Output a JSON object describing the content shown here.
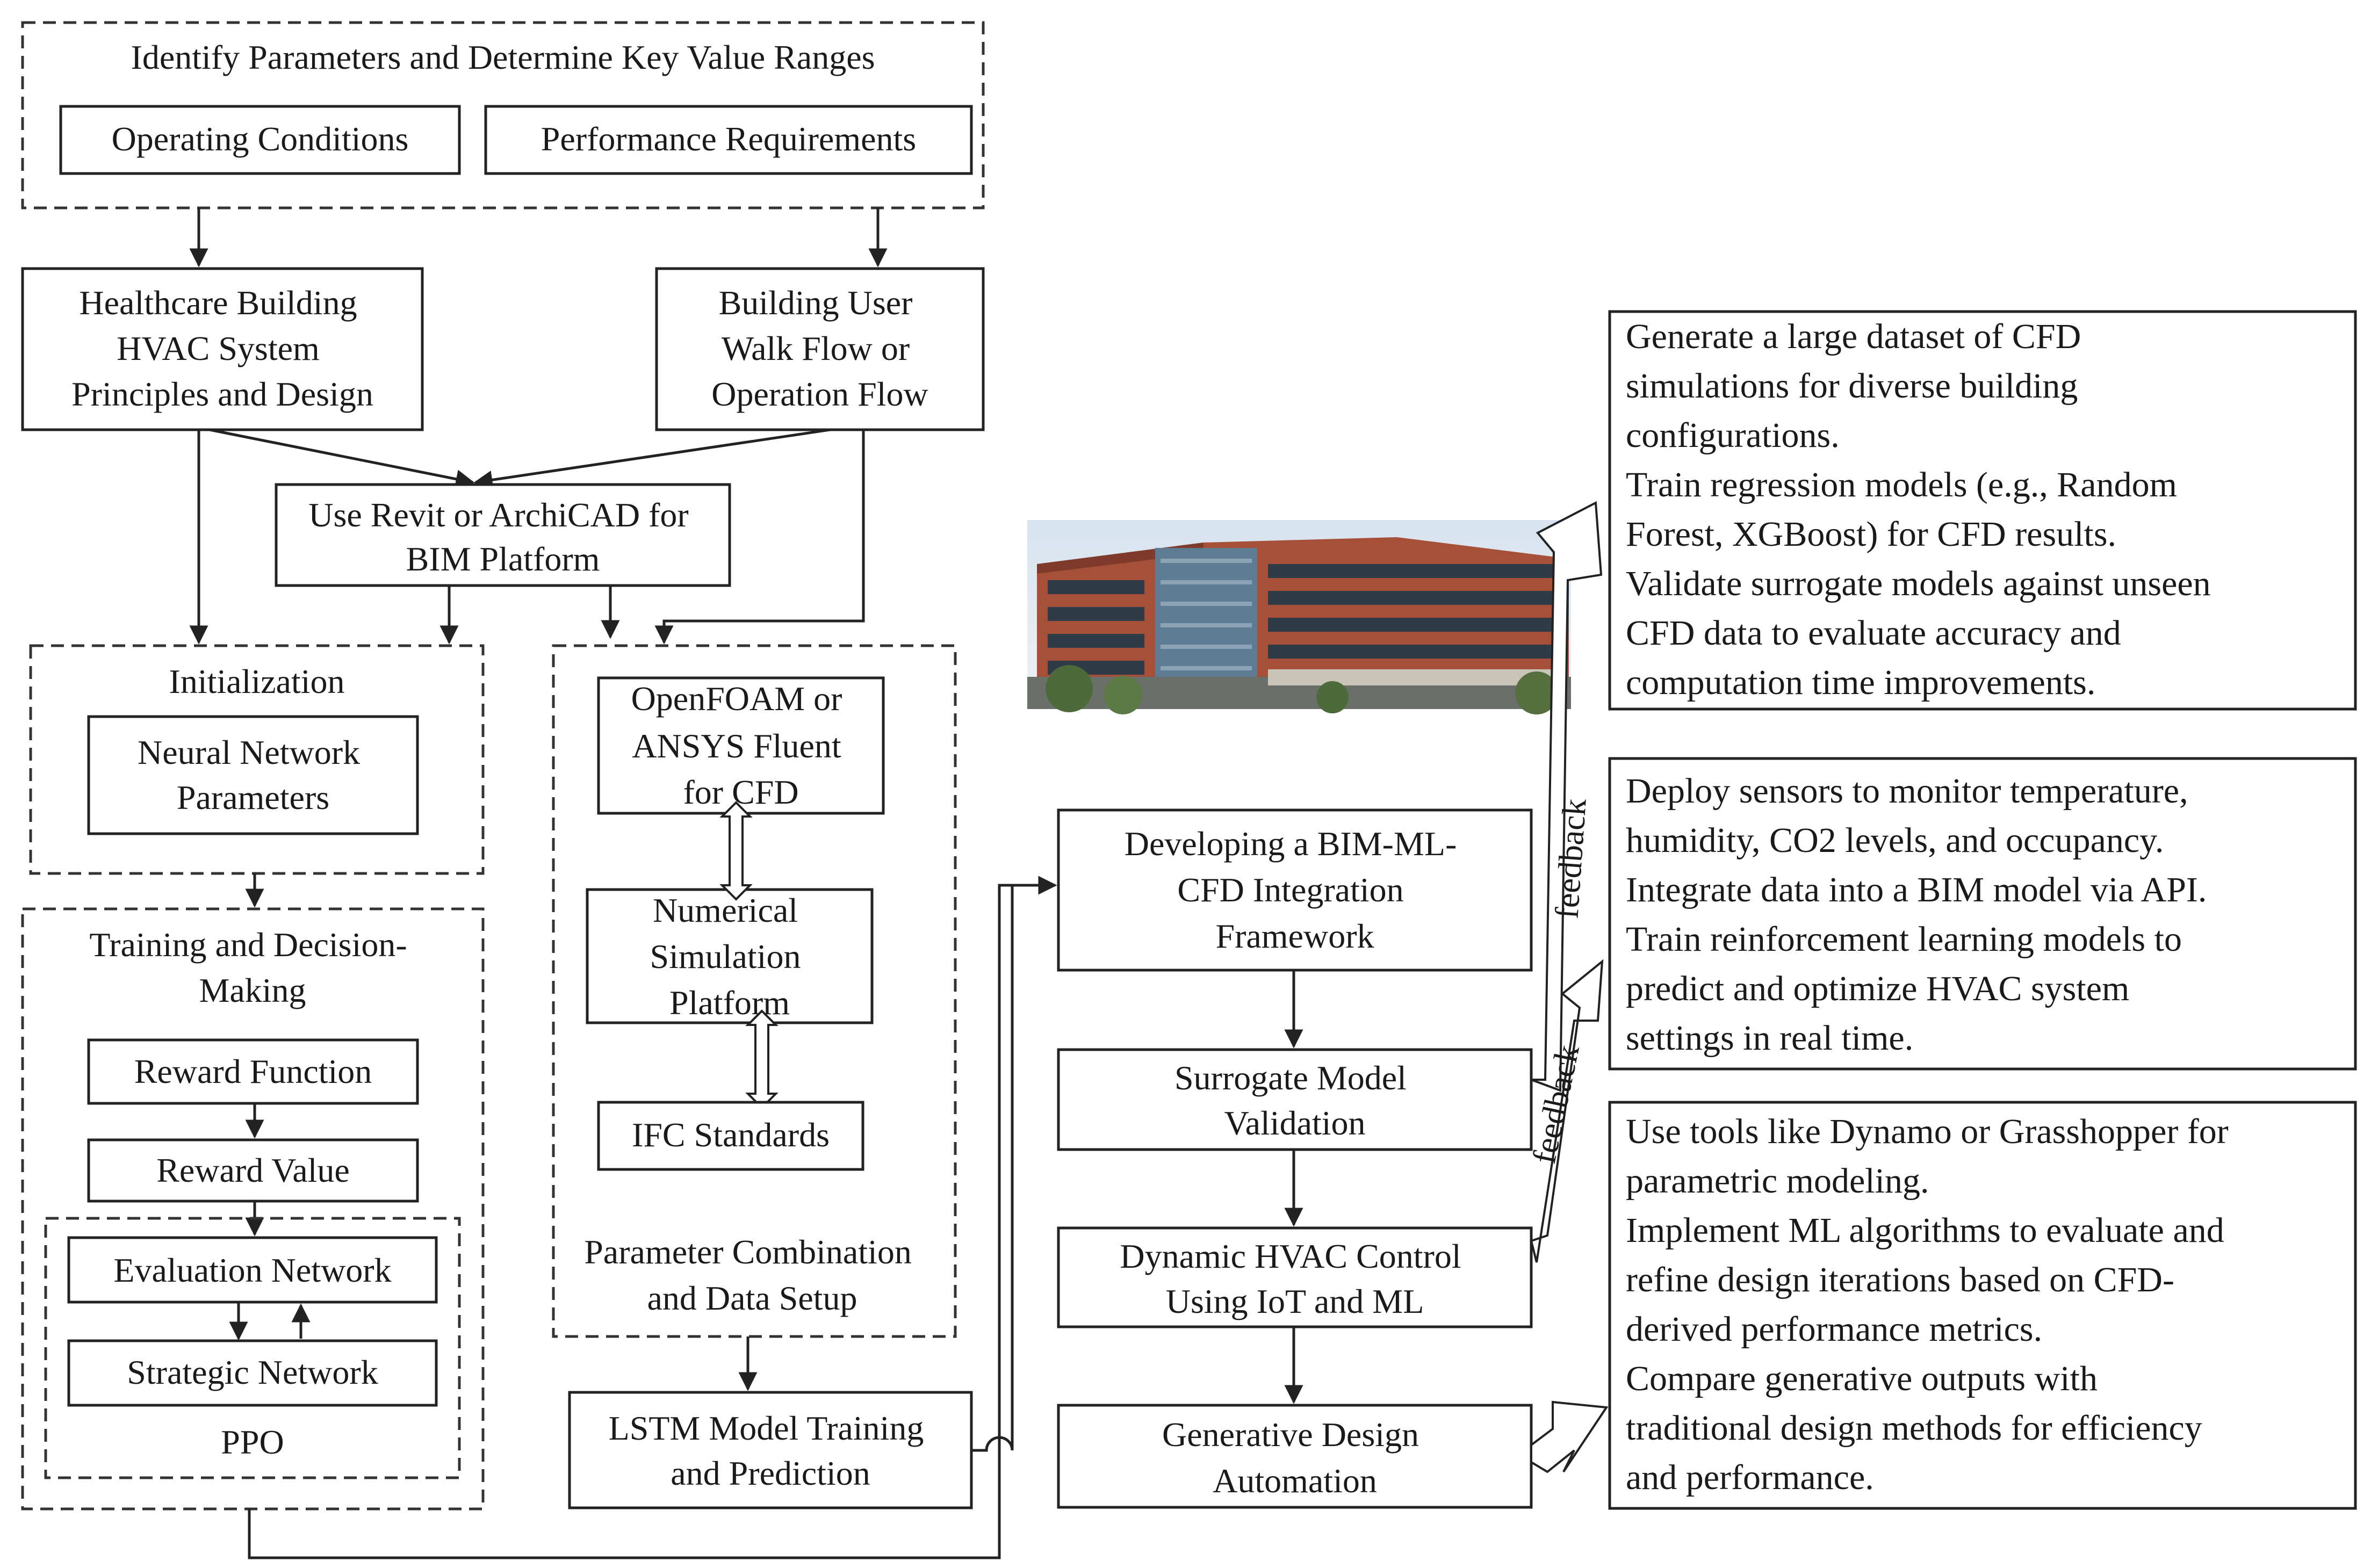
{
  "diagram": {
    "identify": {
      "title": "Identify Parameters and Determine Key Value Ranges",
      "operating_conditions": "Operating Conditions",
      "performance_requirements": "Performance Requirements"
    },
    "healthcare": [
      "Healthcare Building",
      "HVAC System",
      "Principles and Design"
    ],
    "building_user": [
      "Building User",
      "Walk Flow or",
      "Operation Flow"
    ],
    "revit": [
      "Use Revit or ArchiCAD for",
      "BIM Platform"
    ],
    "initialization": {
      "title": "Initialization",
      "neural": [
        "Neural Network",
        "Parameters"
      ]
    },
    "training": {
      "title": [
        "Training and Decision-",
        "Making"
      ],
      "reward_function": "Reward Function",
      "reward_value": "Reward Value",
      "evaluation_network": "Evaluation Network",
      "strategic_network": "Strategic Network",
      "ppo": "PPO"
    },
    "parameter": {
      "openfoam": [
        "OpenFOAM or",
        "ANSYS Fluent",
        "for CFD"
      ],
      "numerical": [
        "Numerical",
        "Simulation",
        "Platform"
      ],
      "ifc": "IFC Standards",
      "title": [
        "Parameter Combination",
        "and Data Setup"
      ]
    },
    "lstm": [
      "LSTM Model Training",
      "and Prediction"
    ],
    "framework": [
      "Developing a BIM-ML-",
      "CFD Integration",
      "Framework"
    ],
    "surrogate": [
      "Surrogate Model",
      "Validation"
    ],
    "dynamic": [
      "Dynamic HVAC Control",
      "Using IoT and ML"
    ],
    "generative": [
      "Generative Design",
      "Automation"
    ],
    "feedback_1": "feedback",
    "feedback_2": "feedback",
    "desc_1": [
      "Generate a large dataset of CFD",
      "simulations for diverse building",
      "configurations.",
      "Train regression models (e.g., Random",
      "Forest, XGBoost) for CFD results.",
      "Validate surrogate models against unseen",
      "CFD data to evaluate accuracy and",
      "computation time improvements."
    ],
    "desc_2": [
      "Deploy sensors to monitor temperature,",
      "humidity, CO2 levels, and occupancy.",
      "Integrate data into a BIM model via API.",
      "Train reinforcement learning models to",
      "predict and optimize HVAC system",
      "settings in real time."
    ],
    "desc_3": [
      "Use tools like Dynamo or Grasshopper for",
      "parametric modeling.",
      "Implement ML algorithms to evaluate and",
      "refine design iterations based on CFD-",
      "derived performance metrics.",
      "Compare generative outputs with",
      "traditional design methods for efficiency",
      "and performance."
    ]
  }
}
